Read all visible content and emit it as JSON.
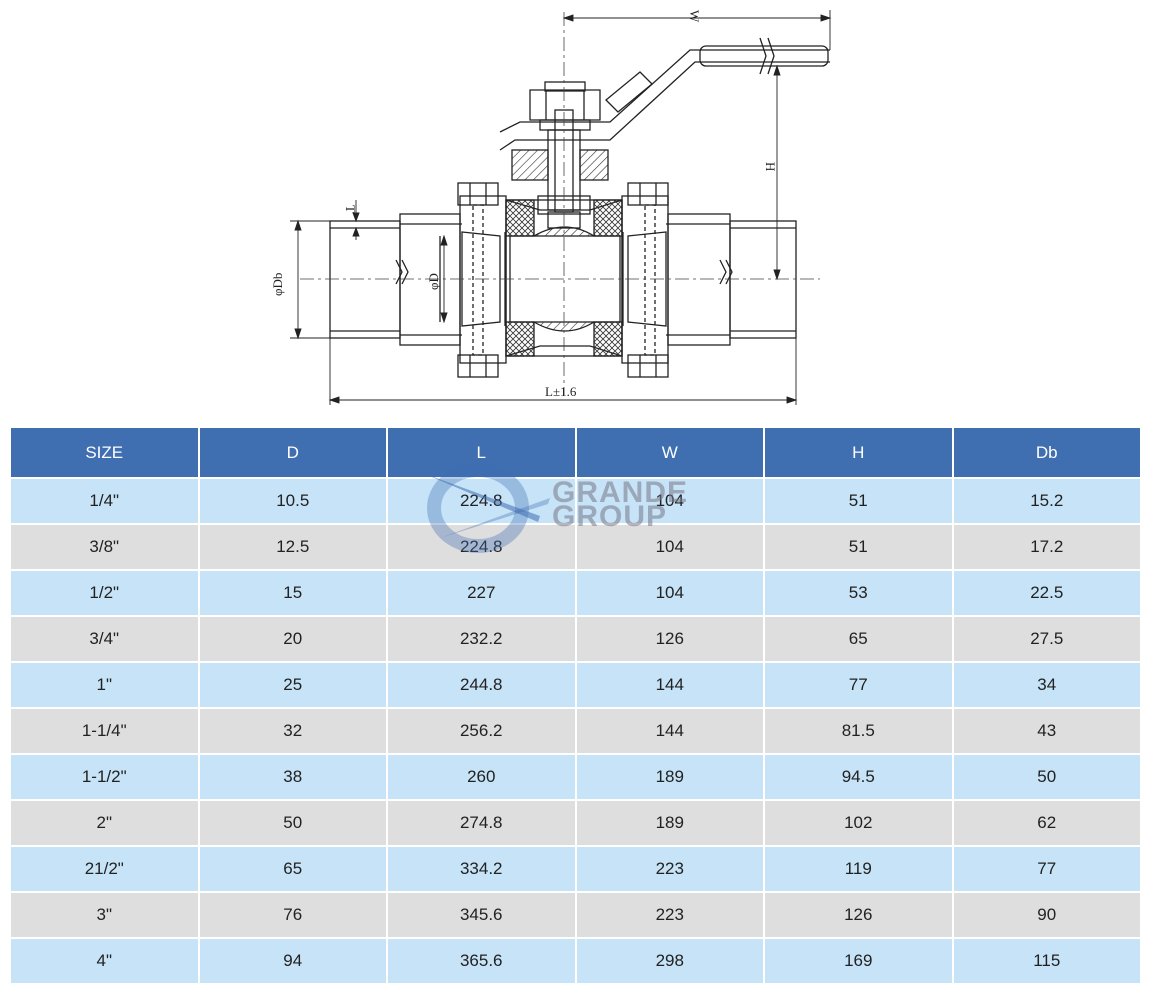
{
  "drawing": {
    "dim_w": "W",
    "dim_h": "H",
    "dim_t": "T",
    "dim_db": "φDb",
    "dim_d": "φD",
    "dim_l": "L±1.6"
  },
  "watermark": {
    "line1": "GRANDE",
    "line2": "GROUP"
  },
  "table": {
    "headers": [
      "SIZE",
      "D",
      "L",
      "W",
      "H",
      "Db"
    ],
    "rows": [
      [
        "1/4\"",
        "10.5",
        "224.8",
        "104",
        "51",
        "15.2"
      ],
      [
        "3/8\"",
        "12.5",
        "224.8",
        "104",
        "51",
        "17.2"
      ],
      [
        "1/2\"",
        "15",
        "227",
        "104",
        "53",
        "22.5"
      ],
      [
        "3/4\"",
        "20",
        "232.2",
        "126",
        "65",
        "27.5"
      ],
      [
        "1\"",
        "25",
        "244.8",
        "144",
        "77",
        "34"
      ],
      [
        "1-1/4\"",
        "32",
        "256.2",
        "144",
        "81.5",
        "43"
      ],
      [
        "1-1/2\"",
        "38",
        "260",
        "189",
        "94.5",
        "50"
      ],
      [
        "2\"",
        "50",
        "274.8",
        "189",
        "102",
        "62"
      ],
      [
        "21/2\"",
        "65",
        "334.2",
        "223",
        "119",
        "77"
      ],
      [
        "3\"",
        "76",
        "345.6",
        "223",
        "126",
        "90"
      ],
      [
        "4\"",
        "94",
        "365.6",
        "298",
        "169",
        "115"
      ]
    ]
  },
  "colors": {
    "header_bg": "#3f6eb1",
    "row_blue": "#c6e3f7",
    "row_gray": "#dedede"
  }
}
